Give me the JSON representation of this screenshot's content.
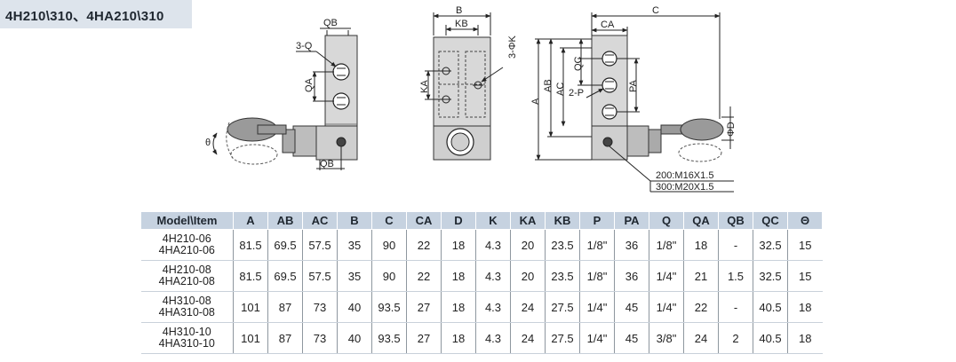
{
  "header": {
    "title": "4H210\\310、4HA210\\310"
  },
  "drawing": {
    "labels": {
      "qb_top": "QB",
      "three_q": "3-Q",
      "qa": "QA",
      "theta": "θ",
      "qb_bottom": "QB",
      "b": "B",
      "kb": "KB",
      "three_phi_k": "3-ΦK",
      "ka": "KA",
      "c": "C",
      "ca": "CA",
      "a": "A",
      "ab": "AB",
      "ac": "AC",
      "qc": "QC",
      "two_p": "2-P",
      "pa": "PA",
      "phi_d": "ΦD",
      "thread_200": "200:M16X1.5",
      "thread_300": "300:M20X1.5"
    }
  },
  "table": {
    "headers": [
      "Model\\Item",
      "A",
      "AB",
      "AC",
      "B",
      "C",
      "CA",
      "D",
      "K",
      "KA",
      "KB",
      "P",
      "PA",
      "Q",
      "QA",
      "QB",
      "QC",
      "Θ"
    ],
    "rows": [
      {
        "model": [
          "4H210-06",
          "4HA210-06"
        ],
        "values": [
          "81.5",
          "69.5",
          "57.5",
          "35",
          "90",
          "22",
          "18",
          "4.3",
          "20",
          "23.5",
          "1/8\"",
          "36",
          "1/8\"",
          "18",
          "-",
          "32.5",
          "15"
        ]
      },
      {
        "model": [
          "4H210-08",
          "4HA210-08"
        ],
        "values": [
          "81.5",
          "69.5",
          "57.5",
          "35",
          "90",
          "22",
          "18",
          "4.3",
          "20",
          "23.5",
          "1/8\"",
          "36",
          "1/4\"",
          "21",
          "1.5",
          "32.5",
          "15"
        ]
      },
      {
        "model": [
          "4H310-08",
          "4HA310-08"
        ],
        "values": [
          "101",
          "87",
          "73",
          "40",
          "93.5",
          "27",
          "18",
          "4.3",
          "24",
          "27.5",
          "1/4\"",
          "45",
          "1/4\"",
          "22",
          "-",
          "40.5",
          "18"
        ]
      },
      {
        "model": [
          "4H310-10",
          "4HA310-10"
        ],
        "values": [
          "101",
          "87",
          "73",
          "40",
          "93.5",
          "27",
          "18",
          "4.3",
          "24",
          "27.5",
          "1/4\"",
          "45",
          "3/8\"",
          "24",
          "2",
          "40.5",
          "18"
        ]
      }
    ]
  }
}
